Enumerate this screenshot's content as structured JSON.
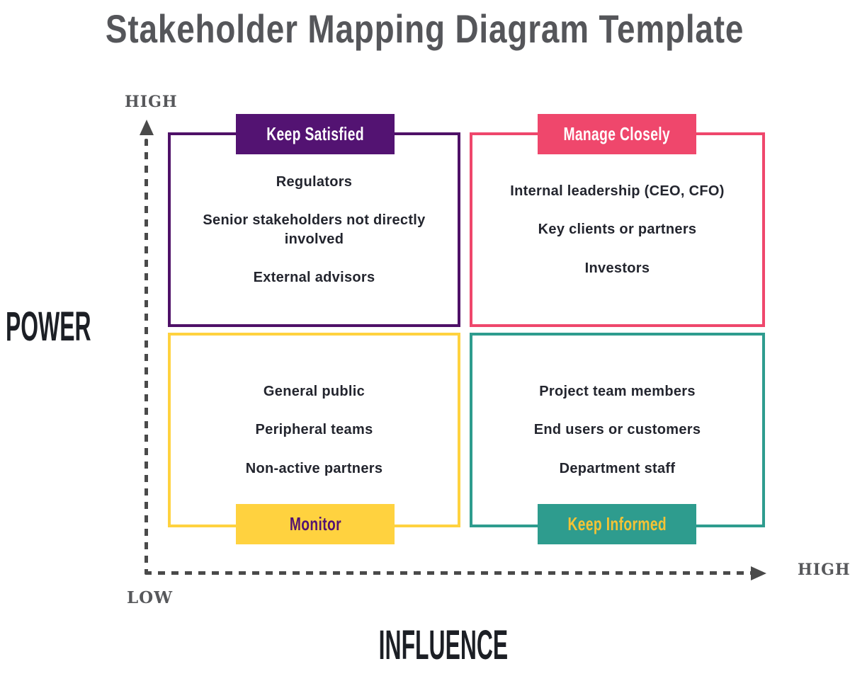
{
  "title": "Stakeholder Mapping Diagram Template",
  "axes": {
    "y_axis": {
      "label": "POWER",
      "high": "HIGH",
      "low": "LOW"
    },
    "x_axis": {
      "label": "INFLUENCE",
      "high": "HIGH"
    }
  },
  "quadrants": {
    "keep_satisfied": {
      "label": "Keep Satisfied",
      "items": [
        "Regulators",
        "Senior stakeholders not directly involved",
        "External advisors"
      ],
      "accent_color": "#531372",
      "label_text_color": "#FFFFFF"
    },
    "manage_closely": {
      "label": "Manage Closely",
      "items": [
        "Internal leadership (CEO, CFO)",
        "Key clients or partners",
        "Investors"
      ],
      "accent_color": "#EF476C",
      "label_text_color": "#FFFFFF"
    },
    "monitor": {
      "label": "Monitor",
      "items": [
        "General public",
        "Peripheral teams",
        "Non-active partners"
      ],
      "accent_color": "#FFD23F",
      "label_text_color": "#531372"
    },
    "keep_informed": {
      "label": "Keep Informed",
      "items": [
        "Project team members",
        "End users or customers",
        "Department staff"
      ],
      "accent_color": "#2E9C8E",
      "label_text_color": "#F5C335"
    }
  },
  "colors": {
    "background": "#FFFFFF",
    "title_text": "#55565A",
    "axis_line": "#4A4A4A",
    "axis_end_label_text": "#57585B",
    "axis_title_text": "#1C1F25",
    "item_text": "#23252E"
  }
}
